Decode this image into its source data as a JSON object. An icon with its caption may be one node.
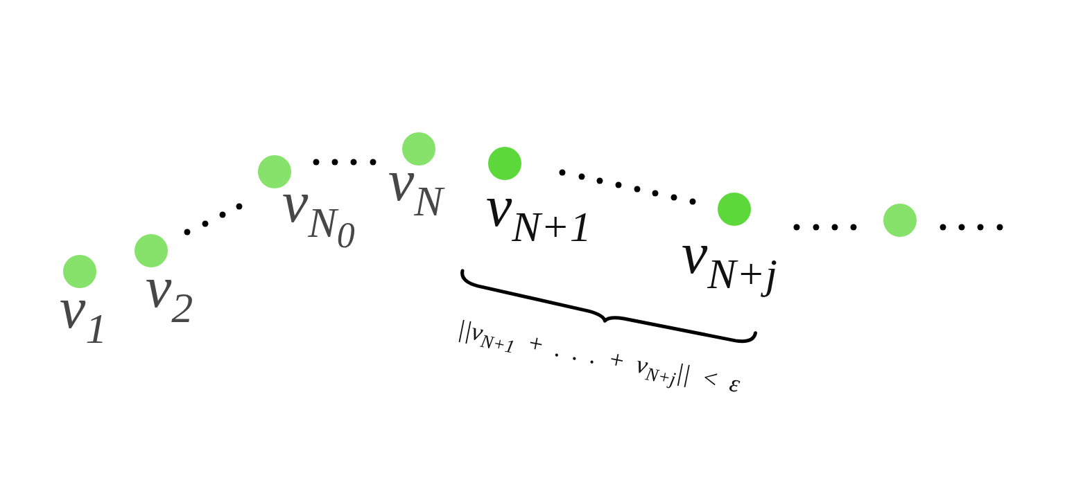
{
  "diagram": {
    "nodes": [
      {
        "text": [],
        "shape": "circle",
        "beside": [
          "v$_{1}$"
        ]
      },
      {
        "text": [],
        "shape": "circle",
        "beside": [
          "v$_{2}$"
        ]
      },
      {
        "text": [],
        "shape": "circle",
        "beside": [
          "v$_{N}$$_{0}$"
        ]
      },
      {
        "text": [],
        "shape": "circle",
        "beside": [
          "v$_{N}$"
        ]
      },
      {
        "text": [],
        "shape": "circle",
        "beside": [
          "v$_{N+1}$"
        ]
      },
      {
        "text": [],
        "shape": "circle",
        "beside": [
          "v$_{N+j}$"
        ]
      },
      {
        "text": [],
        "shape": "circle"
      }
    ],
    "labels": [
      "||v$_{N+1}$ + . . . + v$_{N+j}$|| < ε"
    ]
  }
}
